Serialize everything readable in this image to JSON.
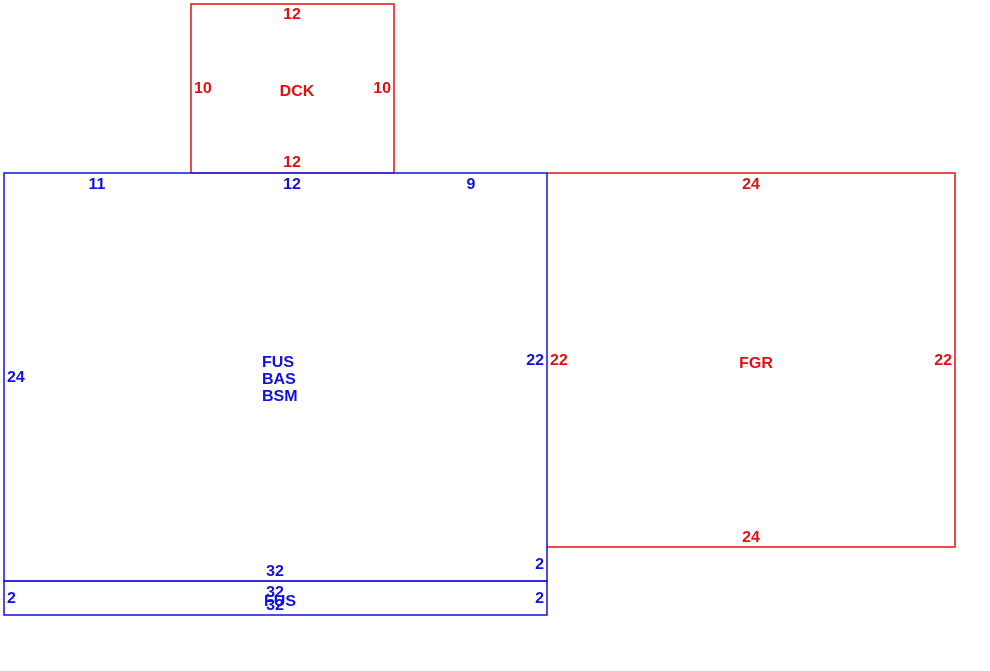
{
  "colors": {
    "main": "#1010e0",
    "other": "#e01010",
    "background": "#ffffff"
  },
  "areas": {
    "deck": {
      "codes": [
        "DCK"
      ],
      "top": "12",
      "bottom": "12",
      "left": "10",
      "right": "10"
    },
    "house": {
      "codes": [
        "FUS",
        "BAS",
        "BSM"
      ],
      "top_a": "11",
      "top_b": "12",
      "top_c": "9",
      "left": "24",
      "right": "22",
      "bottom": "32",
      "bottom_right": "2"
    },
    "garage": {
      "codes": [
        "FGR"
      ],
      "top": "24",
      "bottom": "24",
      "left": "22",
      "right": "22"
    },
    "strip": {
      "codes": [
        "FUS"
      ],
      "top": "32",
      "bottom": "32",
      "left": "2",
      "right": "2"
    }
  }
}
